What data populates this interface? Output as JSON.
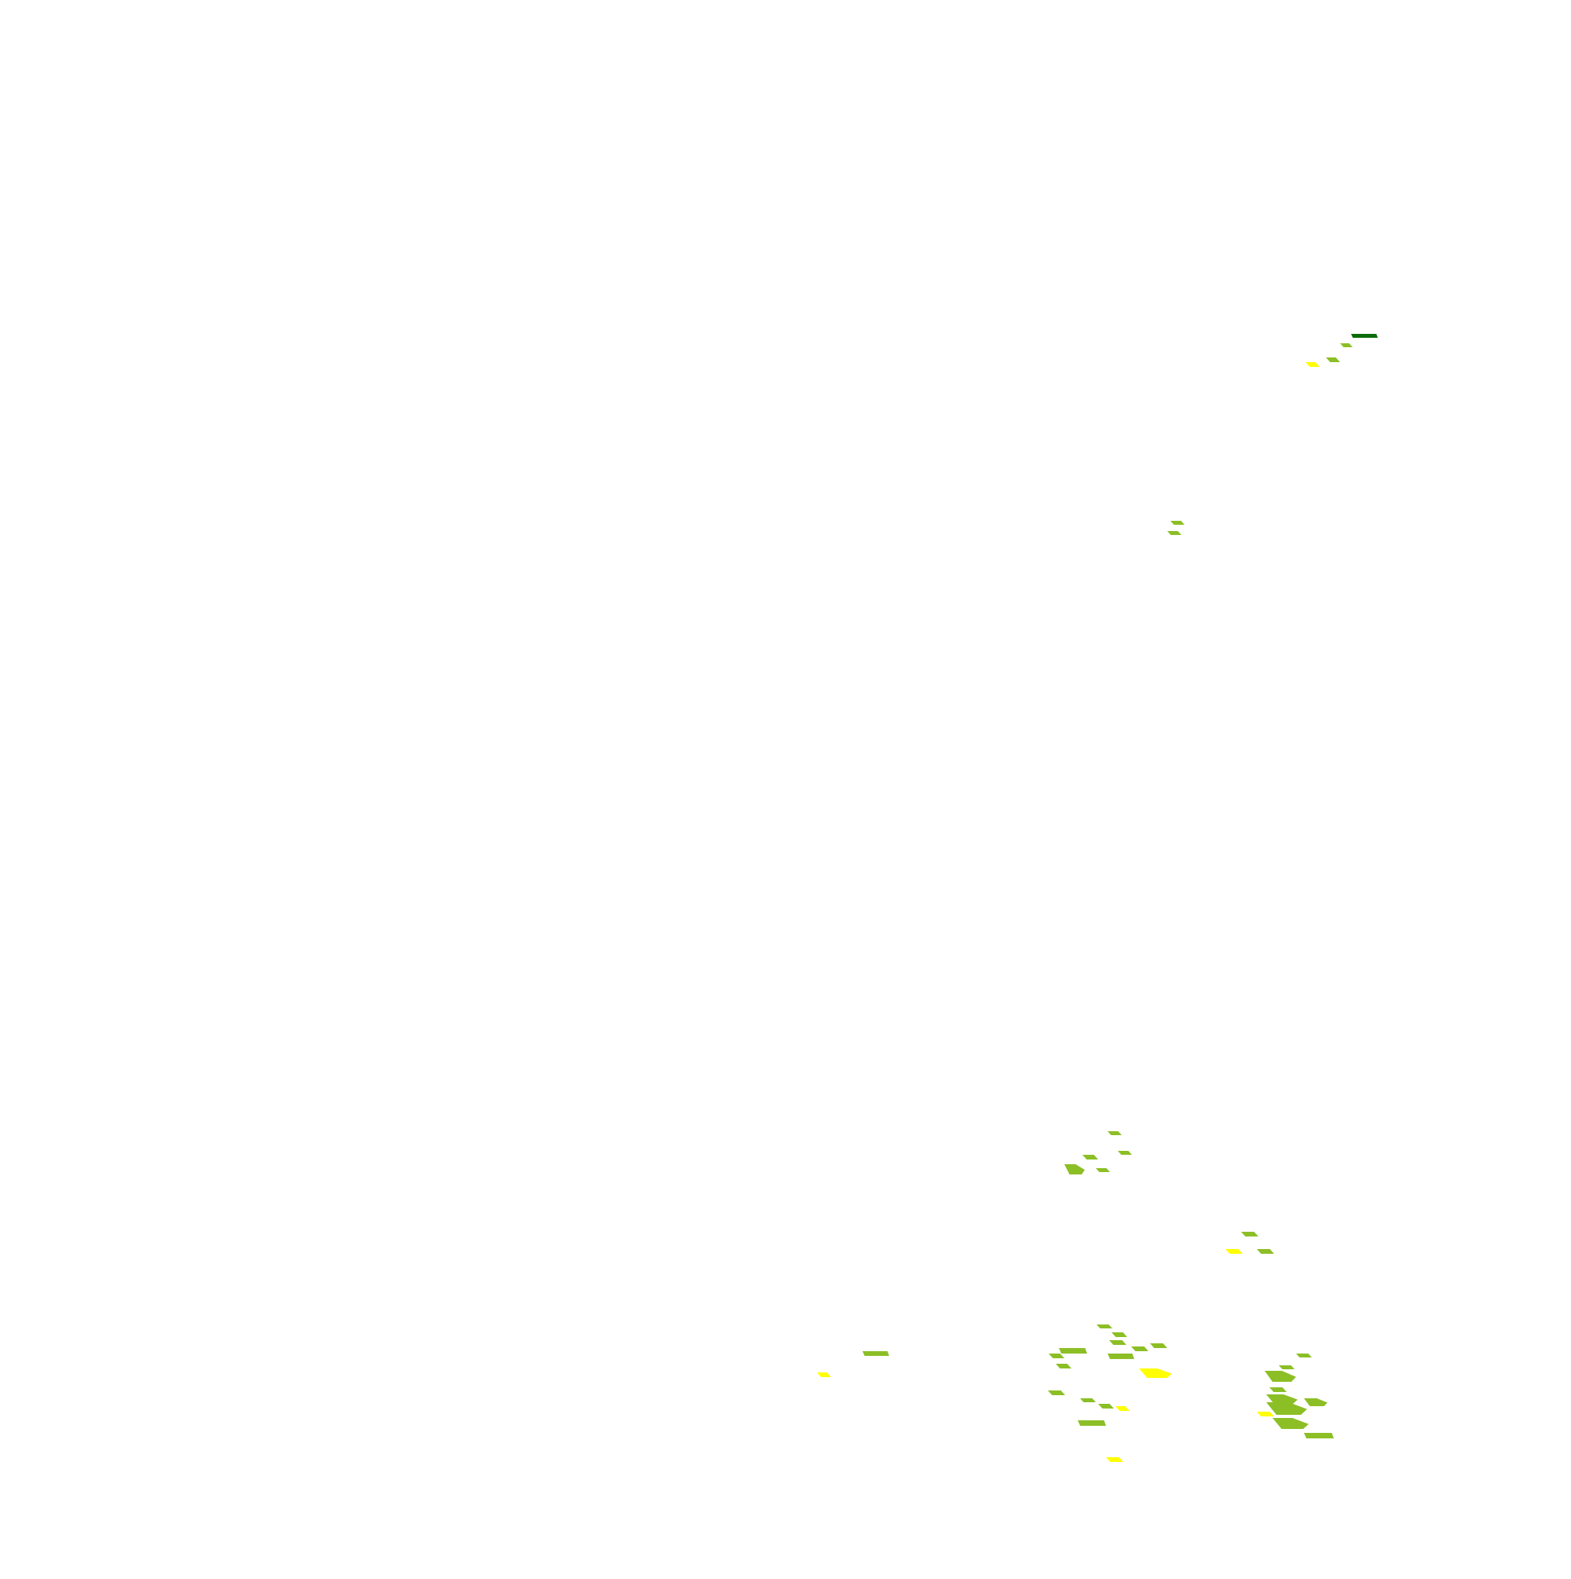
{
  "map": {
    "background": "#ffffff",
    "palette": {
      "dark": "#0b6b0b",
      "medium": "#8cbf26",
      "light": "#ffff00"
    },
    "clusters": [
      {
        "id": "north-east",
        "patches": [
          {
            "cls": "dark",
            "shape": "strip",
            "w": 34,
            "h": 5
          },
          {
            "cls": "medium",
            "shape": "flake",
            "w": 16,
            "h": 5
          },
          {
            "cls": "medium",
            "shape": "flake",
            "w": 18,
            "h": 6
          },
          {
            "cls": "light",
            "shape": "flake",
            "w": 18,
            "h": 6
          }
        ]
      },
      {
        "id": "central-east",
        "patches": [
          {
            "cls": "medium",
            "shape": "flake",
            "w": 18,
            "h": 5
          },
          {
            "cls": "medium",
            "shape": "flake",
            "w": 18,
            "h": 5
          }
        ]
      },
      {
        "id": "south-central",
        "patches": [
          {
            "cls": "medium",
            "shape": "flake",
            "w": 18,
            "h": 5
          },
          {
            "cls": "medium",
            "shape": "flake",
            "w": 18,
            "h": 5
          },
          {
            "cls": "medium",
            "shape": "flake",
            "w": 20,
            "h": 6
          },
          {
            "cls": "medium",
            "shape": "flake",
            "w": 18,
            "h": 5
          },
          {
            "cls": "medium",
            "shape": "block",
            "w": 26,
            "h": 13
          }
        ]
      },
      {
        "id": "south-east-upper",
        "patches": [
          {
            "cls": "medium",
            "shape": "flake",
            "w": 22,
            "h": 6
          },
          {
            "cls": "light",
            "shape": "flake",
            "w": 22,
            "h": 6
          },
          {
            "cls": "medium",
            "shape": "flake",
            "w": 22,
            "h": 6
          }
        ]
      },
      {
        "id": "south-west",
        "patches": [
          {
            "cls": "medium",
            "shape": "strip",
            "w": 34,
            "h": 6
          },
          {
            "cls": "light",
            "shape": "flake",
            "w": 18,
            "h": 6
          }
        ]
      },
      {
        "id": "south-middle",
        "patches": [
          {
            "cls": "medium",
            "shape": "flake",
            "w": 20,
            "h": 5
          },
          {
            "cls": "medium",
            "shape": "flake",
            "w": 20,
            "h": 6
          },
          {
            "cls": "medium",
            "shape": "strip",
            "w": 36,
            "h": 7
          },
          {
            "cls": "medium",
            "shape": "flake",
            "w": 20,
            "h": 6
          },
          {
            "cls": "medium",
            "shape": "flake",
            "w": 20,
            "h": 6
          },
          {
            "cls": "medium",
            "shape": "flake",
            "w": 22,
            "h": 6
          },
          {
            "cls": "medium",
            "shape": "flake",
            "w": 22,
            "h": 6
          },
          {
            "cls": "medium",
            "shape": "flake",
            "w": 22,
            "h": 6
          },
          {
            "cls": "medium",
            "shape": "strip",
            "w": 34,
            "h": 7
          },
          {
            "cls": "medium",
            "shape": "flake",
            "w": 22,
            "h": 6
          },
          {
            "cls": "light",
            "shape": "block",
            "w": 42,
            "h": 12
          },
          {
            "cls": "medium",
            "shape": "flake",
            "w": 20,
            "h": 5
          },
          {
            "cls": "medium",
            "shape": "flake",
            "w": 20,
            "h": 6
          },
          {
            "cls": "light",
            "shape": "flake",
            "w": 18,
            "h": 6
          },
          {
            "cls": "medium",
            "shape": "strip",
            "w": 36,
            "h": 7
          },
          {
            "cls": "light",
            "shape": "flake",
            "w": 22,
            "h": 6
          }
        ]
      },
      {
        "id": "south-east",
        "patches": [
          {
            "cls": "medium",
            "shape": "flake",
            "w": 20,
            "h": 5
          },
          {
            "cls": "medium",
            "shape": "flake",
            "w": 20,
            "h": 5
          },
          {
            "cls": "medium",
            "shape": "block",
            "w": 40,
            "h": 14
          },
          {
            "cls": "medium",
            "shape": "flake",
            "w": 22,
            "h": 6
          },
          {
            "cls": "medium",
            "shape": "block",
            "w": 40,
            "h": 12
          },
          {
            "cls": "medium",
            "shape": "block",
            "w": 52,
            "h": 16
          },
          {
            "cls": "medium",
            "shape": "block",
            "w": 30,
            "h": 10
          },
          {
            "cls": "light",
            "shape": "flake",
            "w": 22,
            "h": 6
          },
          {
            "cls": "medium",
            "shape": "block",
            "w": 46,
            "h": 14
          },
          {
            "cls": "medium",
            "shape": "strip",
            "w": 38,
            "h": 7
          }
        ]
      }
    ]
  }
}
